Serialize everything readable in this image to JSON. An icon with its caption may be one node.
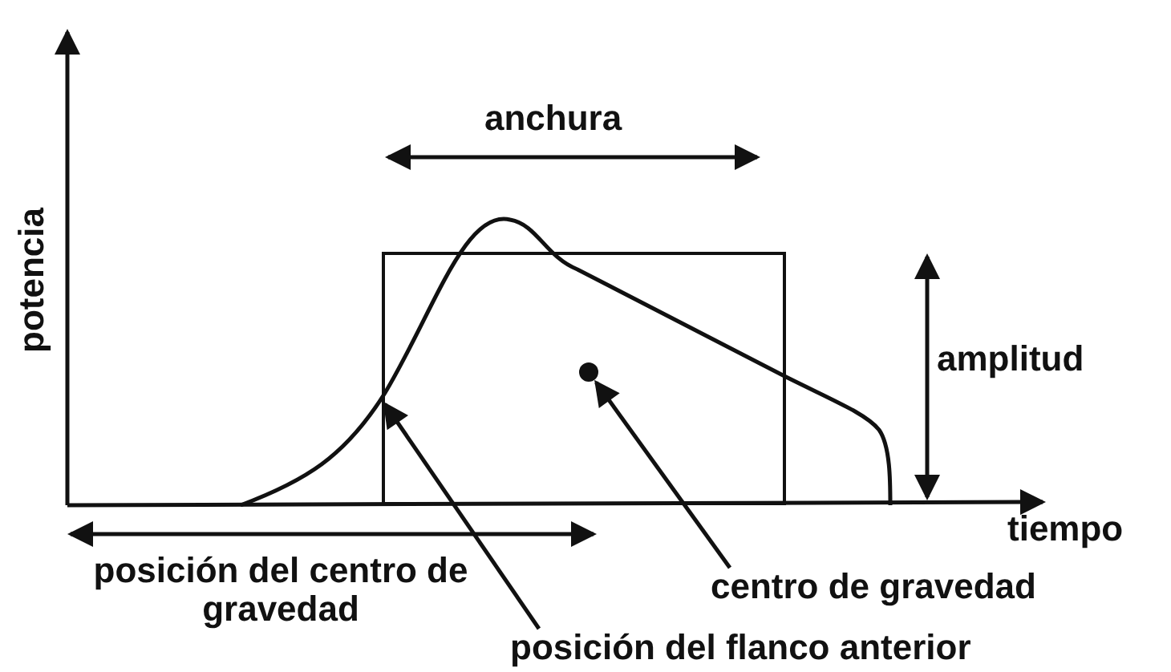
{
  "diagram": {
    "nodes": [
      {
        "text": [],
        "shape": "box"
      },
      {
        "text": [],
        "shape": "circle",
        "in": 0
      },
      {
        "text": [
          "centro de gravedad"
        ]
      },
      {
        "text": [
          "posición del flanco anterior"
        ]
      }
    ],
    "edges": [
      {
        "from": 2,
        "to": 1,
        "arrow": "to"
      },
      {
        "from": 3,
        "to": 0,
        "arrow": "to"
      }
    ],
    "labels": [
      "anchura",
      "potencia",
      "amplitud",
      "tiempo",
      "posición del centro de gravedad"
    ]
  }
}
